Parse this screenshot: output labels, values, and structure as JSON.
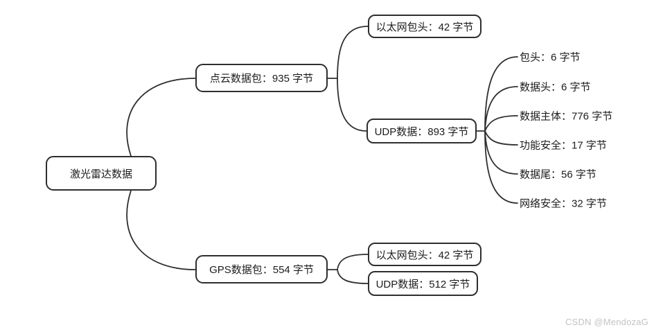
{
  "diagram": {
    "root": {
      "label": "激光雷达数据"
    },
    "branches": [
      {
        "label": "点云数据包：935 字节",
        "children": [
          {
            "label": "以太网包头：42 字节"
          },
          {
            "label": "UDP数据：893 字节",
            "children": [
              {
                "label": "包头：6 字节"
              },
              {
                "label": "数据头：6 字节"
              },
              {
                "label": "数据主体：776 字节"
              },
              {
                "label": "功能安全：17 字节"
              },
              {
                "label": "数据尾：56 字节"
              },
              {
                "label": "网络安全：32 字节"
              }
            ]
          }
        ]
      },
      {
        "label": "GPS数据包：554 字节",
        "children": [
          {
            "label": "以太网包头：42 字节"
          },
          {
            "label": "UDP数据：512 字节"
          }
        ]
      }
    ]
  },
  "colors": {
    "line": "#2e2e2e",
    "text": "#1c1c1c",
    "watermark": "#c3c3c3"
  },
  "watermark": {
    "text": "CSDN @MendozaG"
  }
}
